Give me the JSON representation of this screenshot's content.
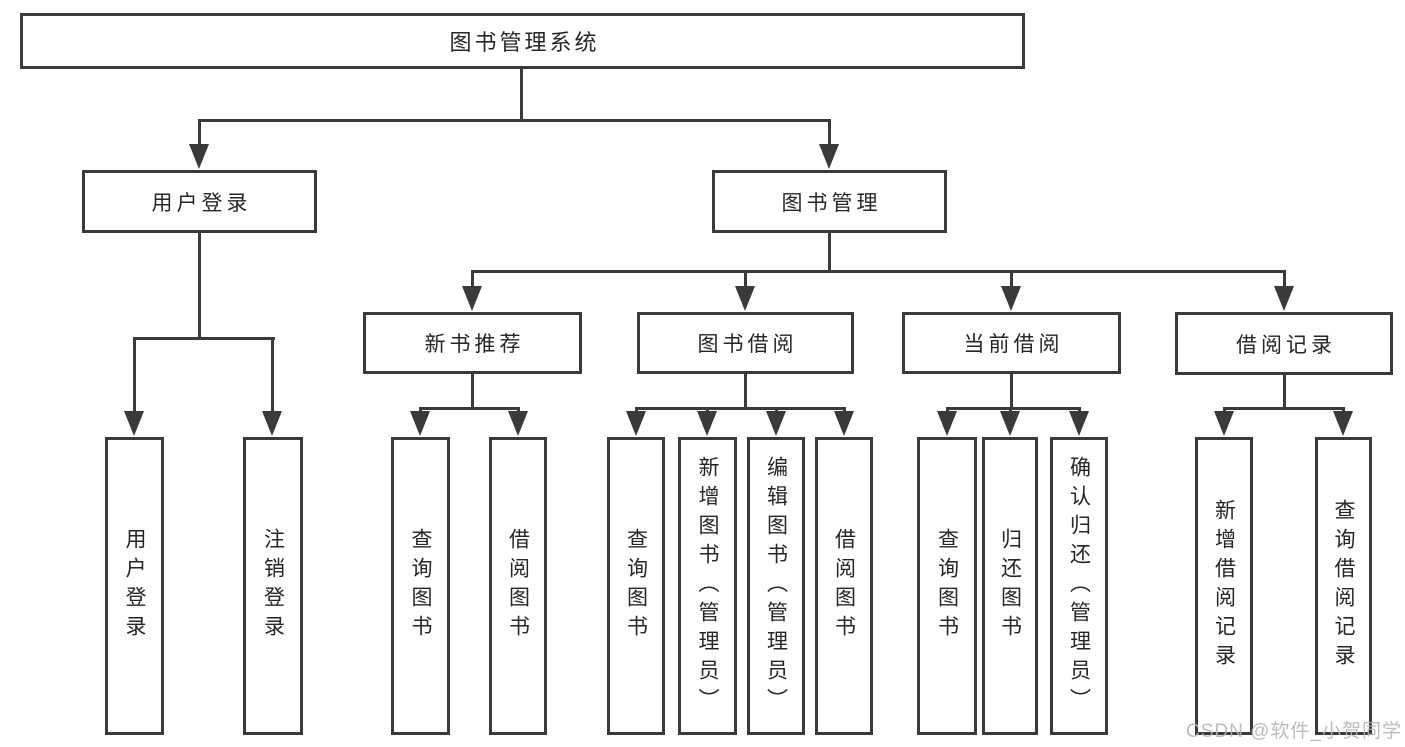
{
  "diagram_title": "图书管理系统",
  "nodes": {
    "root": {
      "label": "图书管理系统"
    },
    "user_login_menu": {
      "label": "用户登录"
    },
    "book_mgmt": {
      "label": "图书管理"
    },
    "new_book_rec": {
      "label": "新书推荐"
    },
    "book_borrow": {
      "label": "图书借阅"
    },
    "current_borrow": {
      "label": "当前借阅"
    },
    "borrow_records": {
      "label": "借阅记录"
    },
    "login": {
      "label": "用户登录"
    },
    "logout": {
      "label": "注销登录"
    },
    "nbr_query": {
      "label": "查询图书"
    },
    "nbr_borrow": {
      "label": "借阅图书"
    },
    "bb_query": {
      "label": "查询图书"
    },
    "bb_add": {
      "label": "新增图书（管理员）"
    },
    "bb_edit": {
      "label": "编辑图书（管理员）"
    },
    "bb_borrow": {
      "label": "借阅图书"
    },
    "cb_query": {
      "label": "查询图书"
    },
    "cb_return": {
      "label": "归还图书"
    },
    "cb_confirm": {
      "label": "确认归还（管理员）"
    },
    "br_add": {
      "label": "新增借阅记录"
    },
    "br_query": {
      "label": "查询借阅记录"
    }
  },
  "hierarchy": {
    "root": [
      "user_login_menu",
      "book_mgmt"
    ],
    "user_login_menu": [
      "login",
      "logout"
    ],
    "book_mgmt": [
      "new_book_rec",
      "book_borrow",
      "current_borrow",
      "borrow_records"
    ],
    "new_book_rec": [
      "nbr_query",
      "nbr_borrow"
    ],
    "book_borrow": [
      "bb_query",
      "bb_add",
      "bb_edit",
      "bb_borrow"
    ],
    "current_borrow": [
      "cb_query",
      "cb_return",
      "cb_confirm"
    ],
    "borrow_records": [
      "br_add",
      "br_query"
    ]
  },
  "watermark": {
    "text": "CSDN @软件_小贺同学"
  },
  "colors": {
    "line": "#3a3a3a",
    "text": "#262626",
    "watermark": "#b5b5b5",
    "background": "#ffffff"
  }
}
